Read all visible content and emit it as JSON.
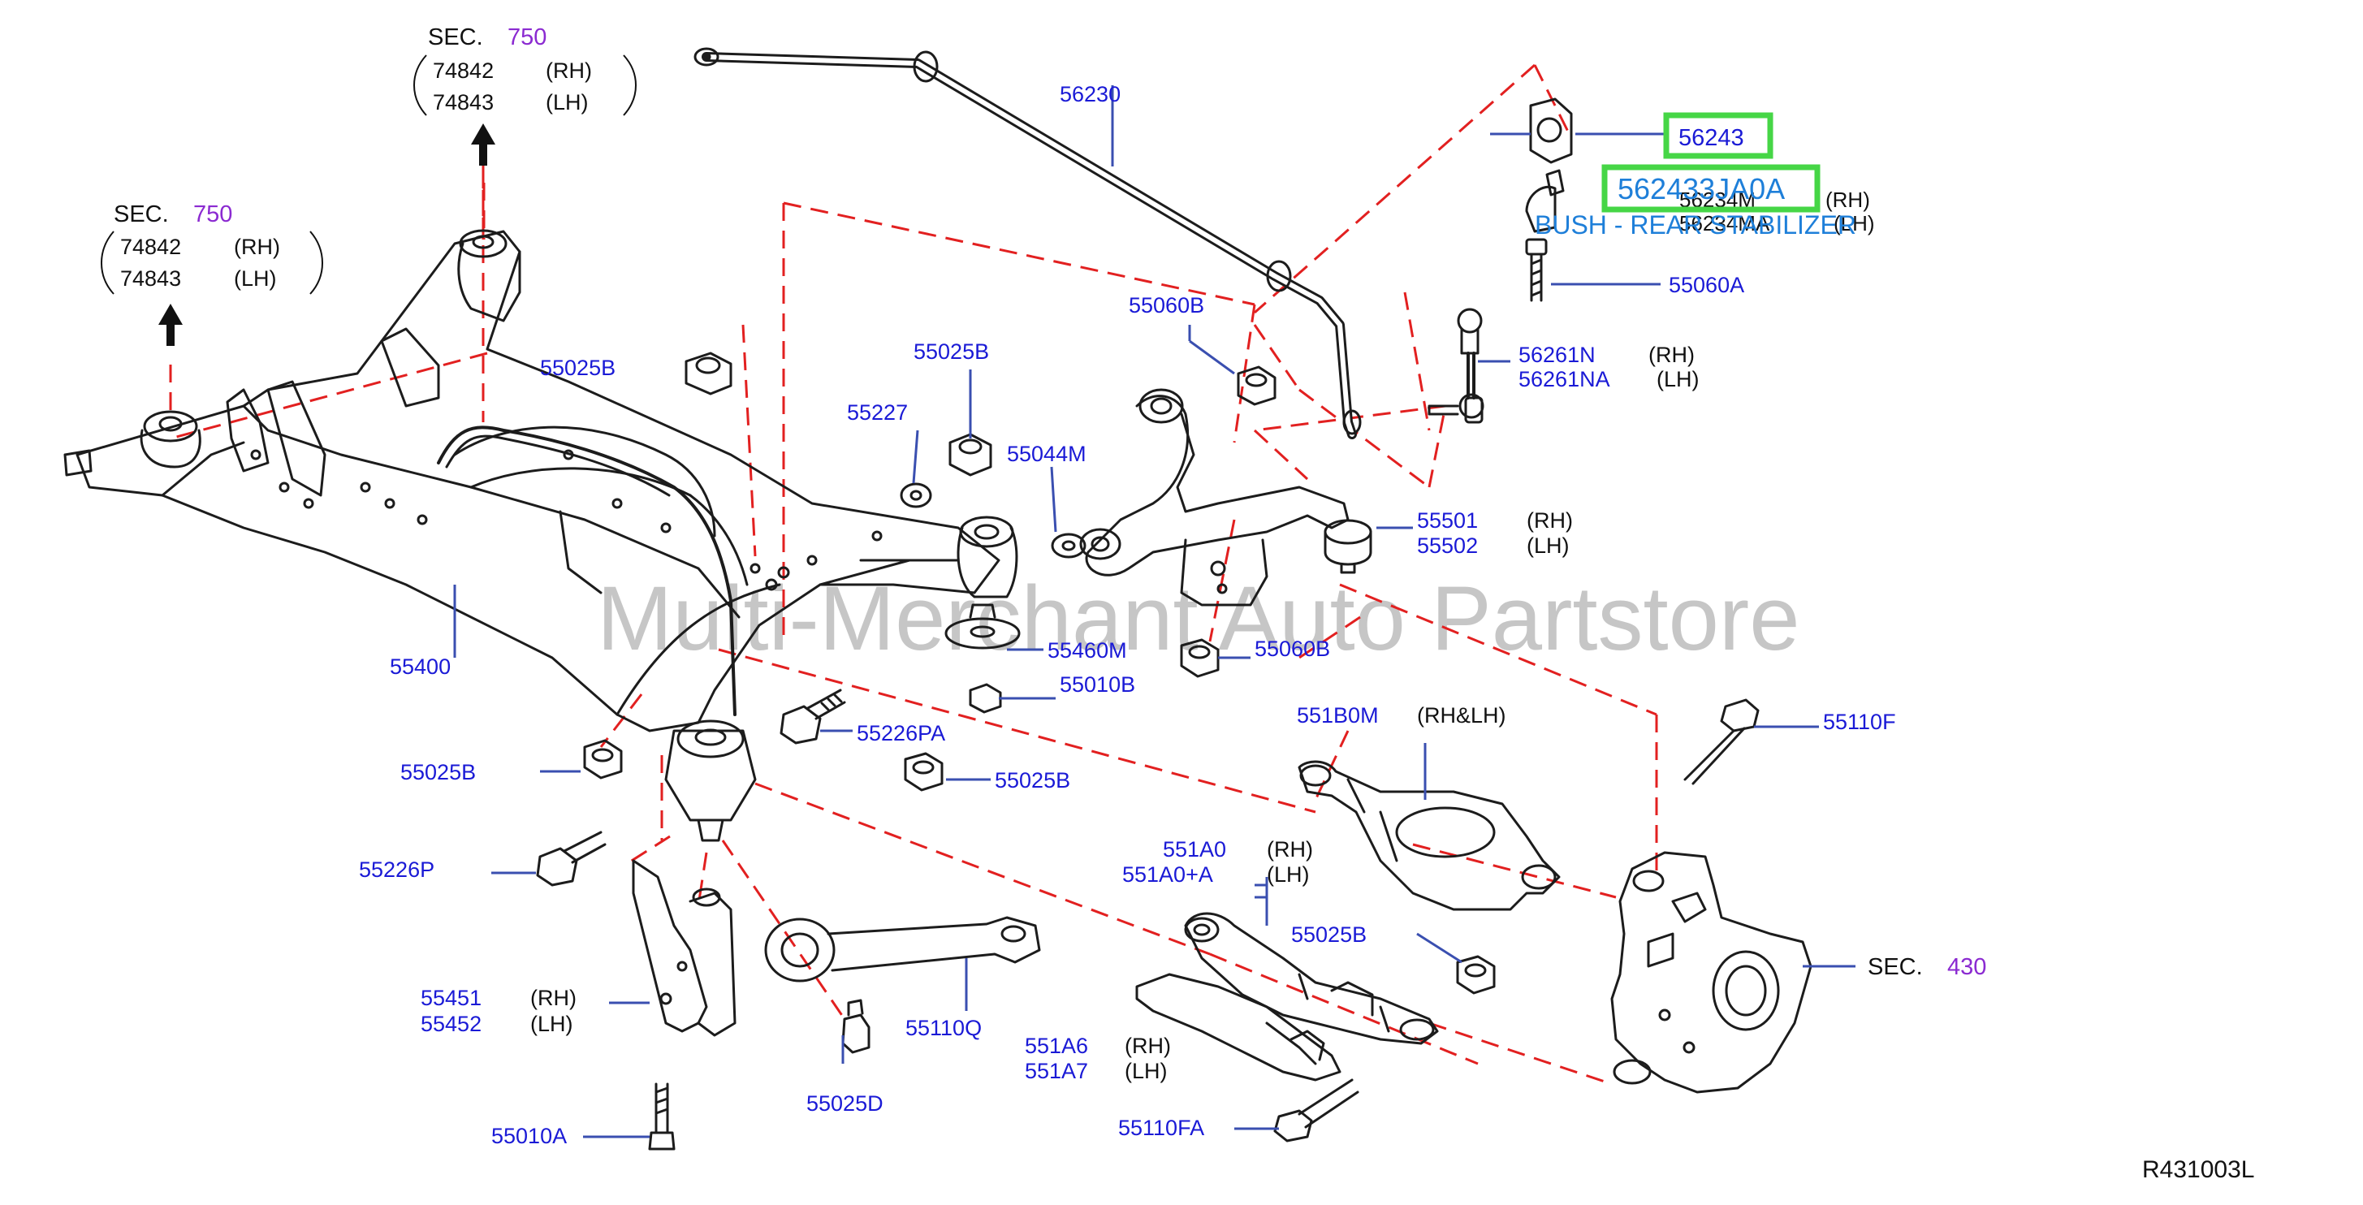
{
  "colors": {
    "part_number": "#1a1ad6",
    "section_number": "#8b2ad1",
    "plain_text": "#111111",
    "leader_line": "#3a4fb0",
    "dash_line": "#e22020",
    "drawing": "#1c1c1c",
    "highlight_border": "#46d646",
    "highlight_text": "#1e7fd9",
    "watermark": "#c6c6c6"
  },
  "watermark": "Multi-Merchant Auto Partstore",
  "diagram_code": "R431003L",
  "section_refs": [
    {
      "id": "sec750_top",
      "prefix": "SEC.",
      "number": "750",
      "lines": [
        {
          "part": "74842",
          "side": "(RH)"
        },
        {
          "part": "74843",
          "side": "(LH)"
        }
      ]
    },
    {
      "id": "sec750_left",
      "prefix": "SEC.",
      "number": "750",
      "lines": [
        {
          "part": "74842",
          "side": "(RH)"
        },
        {
          "part": "74843",
          "side": "(LH)"
        }
      ]
    },
    {
      "id": "sec430",
      "prefix": "SEC.",
      "number": "430",
      "lines": []
    }
  ],
  "highlight": {
    "part": "56243",
    "part_number": "562433JA0A",
    "description": "BUSH - REAR STABILIZER"
  },
  "overlapped_labels": [
    "56234M",
    "(RH)",
    "56234MA",
    "(LH)"
  ],
  "callouts": [
    {
      "part": "56230"
    },
    {
      "part": "55060A"
    },
    {
      "part": "55060B"
    },
    {
      "part": "56261N",
      "side": "(RH)"
    },
    {
      "part": "56261NA",
      "side": "(LH)"
    },
    {
      "part": "55025B"
    },
    {
      "part": "55025B"
    },
    {
      "part": "55227"
    },
    {
      "part": "55044M"
    },
    {
      "part": "55501",
      "side": "(RH)"
    },
    {
      "part": "55502",
      "side": "(LH)"
    },
    {
      "part": "55460M"
    },
    {
      "part": "55010B"
    },
    {
      "part": "55060B"
    },
    {
      "part": "55400"
    },
    {
      "part": "551B0M",
      "side": "(RH&LH)"
    },
    {
      "part": "55110F"
    },
    {
      "part": "55025B"
    },
    {
      "part": "55226PA"
    },
    {
      "part": "55025B"
    },
    {
      "part": "551A0",
      "side": "(RH)"
    },
    {
      "part": "551A0+A",
      "side": "(LH)"
    },
    {
      "part": "55226P"
    },
    {
      "part": "55025B"
    },
    {
      "part": "55451",
      "side": "(RH)"
    },
    {
      "part": "55452",
      "side": "(LH)"
    },
    {
      "part": "55110Q"
    },
    {
      "part": "551A6",
      "side": "(RH)"
    },
    {
      "part": "551A7",
      "side": "(LH)"
    },
    {
      "part": "55025D"
    },
    {
      "part": "55110FA"
    },
    {
      "part": "55010A"
    }
  ]
}
